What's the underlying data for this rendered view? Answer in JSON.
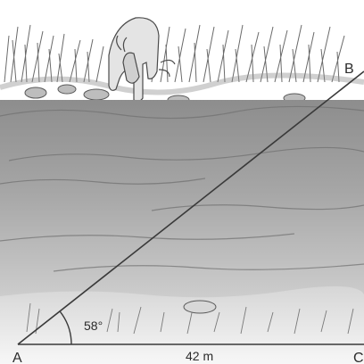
{
  "diagram": {
    "vertices": {
      "a": "A",
      "b": "B",
      "c": "C"
    },
    "angle_a": "58°",
    "base_length": "42 m"
  },
  "scene": {
    "depicts": [
      "moose-drinking",
      "river",
      "far-bank-vegetation",
      "near-bank-grass",
      "stone"
    ],
    "colors": {
      "water": "#9a9a9a",
      "bank": "#e8e8e8",
      "line": "#3a3a3a"
    }
  }
}
